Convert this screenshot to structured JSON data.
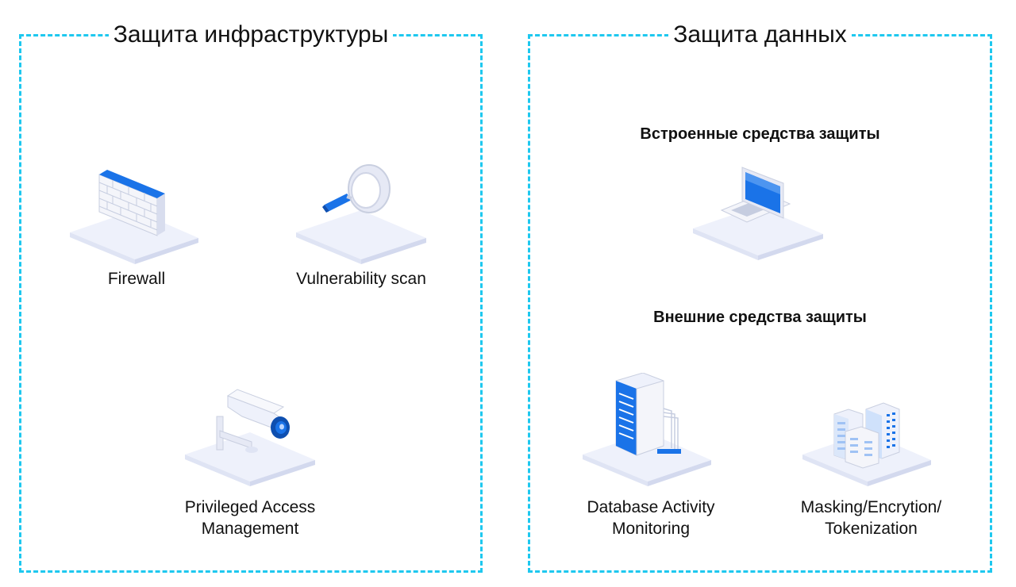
{
  "panels": {
    "infrastructure": {
      "title": "Защита инфраструктуры",
      "items": {
        "firewall": {
          "label": "Firewall"
        },
        "vulnerability": {
          "label": "Vulnerability scan"
        },
        "pam": {
          "label_line1": "Privileged Access",
          "label_line2": "Management"
        }
      }
    },
    "data": {
      "title": "Защита данных",
      "builtin_heading": "Встроенные средства защиты",
      "external_heading": "Внешние средства защиты",
      "items": {
        "dam": {
          "label_line1": "Database Activity",
          "label_line2": "Monitoring"
        },
        "masking": {
          "label_line1": "Masking/Encrytion/",
          "label_line2": "Tokenization"
        }
      }
    }
  },
  "colors": {
    "border": "#1ec8ef",
    "accent": "#1a73e8",
    "platform": "#eef1fb"
  },
  "icons": {
    "firewall": "brick-wall-icon",
    "vulnerability": "magnifier-icon",
    "pam": "security-camera-icon",
    "builtin": "laptop-icon",
    "dam": "server-icon",
    "masking": "buildings-icon"
  }
}
